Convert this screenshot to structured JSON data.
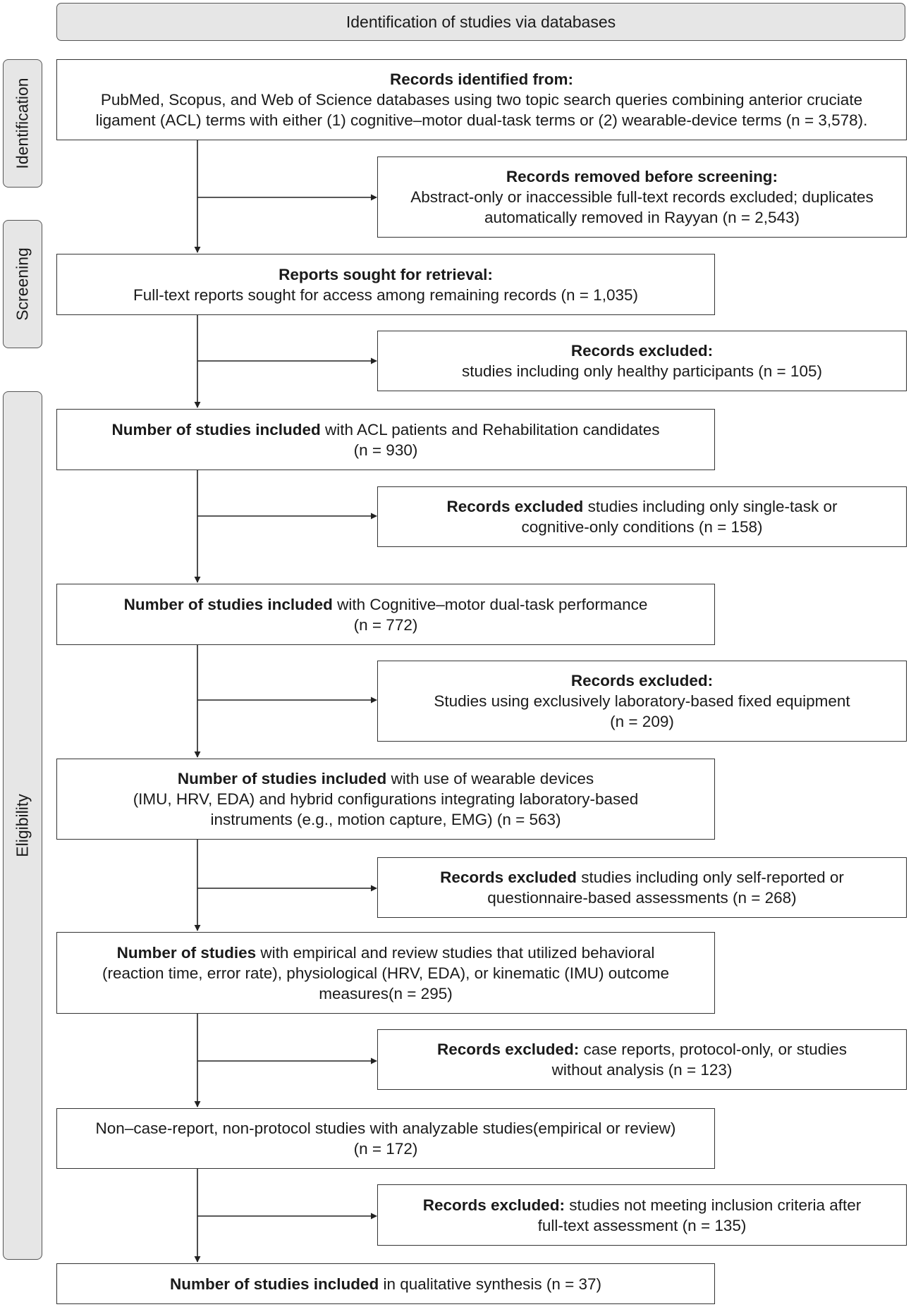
{
  "header": {
    "title": "Identification of studies via databases"
  },
  "phases": {
    "identification": "Identification",
    "screening": "Screening",
    "eligibility": "Eligibility"
  },
  "boxes": {
    "records_identified": {
      "bold": "Records identified from:",
      "line1": "PubMed, Scopus, and Web of Science databases using two topic search queries combining anterior cruciate",
      "line2": "ligament (ACL) terms with either (1) cognitive–motor dual-task terms or (2) wearable-device terms (n = 3,578)."
    },
    "removed_before_screening": {
      "bold": "Records removed before screening:",
      "line1": "Abstract-only or inaccessible full-text records excluded; duplicates",
      "line2": "automatically removed in Rayyan (n = 2,543)"
    },
    "reports_sought": {
      "bold": "Reports sought for retrieval:",
      "line1": "Full-text reports sought for access among remaining records (n = 1,035)"
    },
    "excluded_healthy": {
      "bold": "Records excluded:",
      "line1": "studies including only healthy participants (n = 105)"
    },
    "included_acl": {
      "bold": "Number of studies included",
      "rest": " with ACL patients and Rehabilitation candidates",
      "line2": "(n = 930)"
    },
    "excluded_single_task": {
      "bold": "Records excluded",
      "rest": " studies including only single-task or",
      "line2": "cognitive-only conditions (n = 158)"
    },
    "included_dual_task": {
      "bold": "Number of studies included",
      "rest": " with Cognitive–motor dual-task performance",
      "line2": "(n = 772)"
    },
    "excluded_lab": {
      "bold": "Records excluded:",
      "line1": "Studies using exclusively laboratory-based fixed equipment",
      "line2": "(n = 209)"
    },
    "included_wearable": {
      "bold": "Number of studies included",
      "rest": " with use of wearable devices",
      "line2": "(IMU, HRV, EDA) and hybrid configurations integrating laboratory-based",
      "line3": "instruments (e.g., motion capture, EMG) (n = 563)"
    },
    "excluded_self_report": {
      "bold": "Records excluded",
      "rest": " studies including only self-reported or",
      "line2": "questionnaire-based assessments (n = 268)"
    },
    "studies_outcomes": {
      "bold": "Number of studies",
      "rest": " with empirical and review studies that utilized behavioral",
      "line2": "(reaction time, error rate), physiological (HRV, EDA), or kinematic (IMU) outcome",
      "line3": "measures(n = 295)"
    },
    "excluded_case_reports": {
      "bold": "Records excluded:",
      "rest": " case reports, protocol-only, or studies",
      "line2": "without analysis (n = 123)"
    },
    "non_case_report": {
      "line1": "Non–case-report, non-protocol studies with analyzable studies(empirical or review)",
      "line2": "(n = 172)"
    },
    "excluded_inclusion": {
      "bold": "Records excluded:",
      "rest": " studies not meeting inclusion criteria after",
      "line2": "full-text assessment (n = 135)"
    },
    "final_included": {
      "bold": "Number of studies included",
      "rest": " in qualitative synthesis (n = 37)"
    }
  }
}
